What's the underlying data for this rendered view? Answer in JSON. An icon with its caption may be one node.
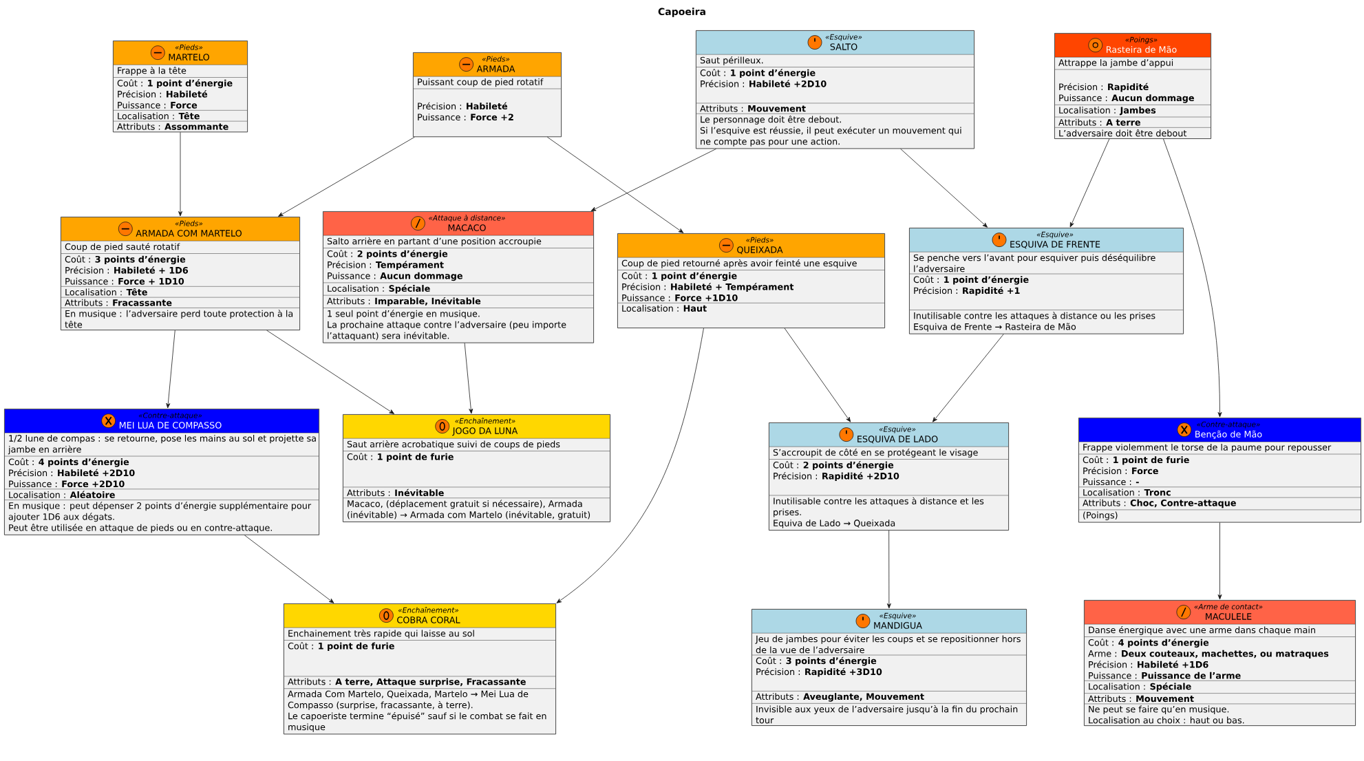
{
  "diagram": {
    "title": "Capoeira",
    "nodes": [
      {
        "text": [
          "«Pieds»",
          "MARTELO",
          "Frappe à la tête",
          "Coût : **1 point d’énergie**",
          "Précision : **Habileté**",
          "Puissance : **Force**",
          "Localisation : **Tête**",
          "Attributs : **Assommante**"
        ]
      },
      {
        "text": [
          "«Pieds»",
          "ARMADA",
          "Puissant coup de pied rotatif",
          "Précision : **Habileté**",
          "Puissance : **Force +2**"
        ]
      },
      {
        "text": [
          "«Esquive»",
          "SALTO",
          "Saut périlleux.",
          "Coût : **1 point d’énergie**",
          "Précision : **Habileté +2D10**",
          "Attributs : **Mouvement**",
          "Le personnage doit être debout.",
          "Si l’esquive est réussie, il peut exécuter un mouvement qui ne compte pas pour une action."
        ]
      },
      {
        "text": [
          "«Poings»",
          "Rasteira de Mão",
          "Attrappe la jambe d’appui",
          "Précision : **Rapidité**",
          "Puissance : **Aucun dommage**",
          "Localisation : **Jambes**",
          "Attributs : **A terre**",
          "L’adversaire doit être debout"
        ]
      },
      {
        "text": [
          "«Pieds»",
          "ARMADA COM MARTELO",
          "Coup de pied sauté rotatif",
          "Coût : **3 points d’énergie**",
          "Précision : **Habileté + 1D6**",
          "Puissance : **Force + 1D10**",
          "Localisation : **Tête**",
          "Attributs : **Fracassante**",
          "En musique : l’adversaire perd toute protection à la tête"
        ]
      },
      {
        "text": [
          "«Attaque à distance»",
          "MACACO",
          "Salto arrière en partant d’une position accroupie",
          "Coût : **2 points d’énergie**",
          "Précision : **Tempérament**",
          "Puissance : **Aucun dommage**",
          "Localisation : **Spéciale**",
          "Attributs : **Imparable, Inévitable**",
          "1 seul point d’énergie en musique.",
          "La prochaine attaque contre l’adversaire (peu importe l’attaquant) sera inévitable."
        ]
      },
      {
        "text": [
          "«Pieds»",
          "QUEIXADA",
          "Coup de pied retourné après avoir feinté une esquive",
          "Coût : **1 point d’énergie**",
          "Précision : **Habileté + Tempérament**",
          "Puissance : **Force +1D10**",
          "Localisation : **Haut**"
        ]
      },
      {
        "text": [
          "«Esquive»",
          "ESQUIVA DE FRENTE",
          "Se penche vers l’avant pour esquiver puis déséquilibre l’adversaire",
          "Coût : **1 point d’énergie**",
          "Précision : **Rapidité +1**",
          "Inutilisable contre les attaques à distance ou les prises Esquiva de Frente → Rasteira de Mão"
        ]
      },
      {
        "text": [
          "«Contre-attaque»",
          "MEI LUA DE COMPASSO",
          "1/2 lune de compas : se retourne, pose les mains au sol et projette sa jambe en arrière",
          "Coût : **4 points d’énergie**",
          "Précision : **Habileté +2D10**",
          "Puissance : **Force +2D10**",
          "Localisation : **Aléatoire**",
          "En musique : peut dépenser 2 points d’énergie supplémentaire pour ajouter 1D6 aux dégats.",
          "Peut être utilisée en attaque de pieds ou en contre-attaque."
        ]
      },
      {
        "text": [
          "«Enchaînement»",
          "JOGO DA LUNA",
          "Saut arrière acrobatique suivi de coups de pieds",
          "Coût : **1 point de furie**",
          "Attributs : **Inévitable**",
          "Macaco, (déplacement gratuit si nécessaire), Armada (inévitable) → Armada com Martelo (inévitable, gratuit)"
        ]
      },
      {
        "text": [
          "«Esquive»",
          "ESQUIVA DE LADO",
          "S’accroupit de côté en se protégeant le visage",
          "Coût : **2 points d’énergie**",
          "Précision : **Rapidité +2D10**",
          "Inutilisable contre les attaques à distance et les prises.",
          "Equiva de Lado → Queixada"
        ]
      },
      {
        "text": [
          "«Contre-attaque»",
          "Benção de Mão",
          "Frappe violemment le torse de la paume pour repousser",
          "Coût : **1 point de furie**",
          "Précision : **Force**",
          "Puissance : **-**",
          "Localisation : **Tronc**",
          "Attributs : **Choc, Contre-attaque**",
          "(Poings)"
        ]
      },
      {
        "text": [
          "«Enchaînement»",
          "COBRA CORAL",
          "Enchainement très rapide qui laisse au sol",
          "Coût : **1 point de furie**",
          "Attributs : **A terre, Attaque surprise, Fracassante**",
          "Armada Com Martelo, Queixada, Martelo → Mei Lua de Compasso (surprise, fracassante, à terre).",
          "Le capoeriste termine “épuisé” sauf si le combat se fait en musique"
        ]
      },
      {
        "text": [
          "«Esquive»",
          "MANDIGUA",
          "Jeu de jambes pour éviter les coups et se repositionner hors de la vue de l’adversaire",
          "Coût : **3 points d’énergie**",
          "Précision : **Rapidité +3D10**",
          "Attributs : **Aveuglante, Mouvement**",
          "Invisible aux yeux de l’adversaire jusqu’à la fin du prochain tour"
        ]
      },
      {
        "text": [
          "«Arme de contact»",
          "MACULELE",
          "Danse énergique avec une arme dans chaque main",
          "Coût : **4 points d’énergie**",
          "Arme : **Deux couteaux, machettes, ou matraques**",
          "Précision : **Habileté +1D6**",
          "Puissance : **Puissance de l’arme**",
          "Localisation : **Spéciale**",
          "Attributs : **Mouvement**",
          "Ne peut se faire qu’en musique.",
          "Localisation au choix : haut ou bas."
        ]
      }
    ],
    "edges": [
      {
        "from": 0,
        "to": 4,
        "arrow": "to"
      },
      {
        "from": 1,
        "to": 4,
        "arrow": "to"
      },
      {
        "from": 1,
        "to": 6,
        "arrow": "to"
      },
      {
        "from": 2,
        "to": 5,
        "arrow": "to"
      },
      {
        "from": 2,
        "to": 7,
        "arrow": "to"
      },
      {
        "from": 3,
        "to": 7,
        "arrow": "to"
      },
      {
        "from": 3,
        "to": 11,
        "arrow": "to"
      },
      {
        "from": 4,
        "to": 8,
        "arrow": "to"
      },
      {
        "from": 4,
        "to": 9,
        "arrow": "to"
      },
      {
        "from": 5,
        "to": 9,
        "arrow": "to"
      },
      {
        "from": 6,
        "to": 12,
        "arrow": "to"
      },
      {
        "from": 6,
        "to": 10,
        "arrow": "to"
      },
      {
        "from": 7,
        "to": 10,
        "arrow": "to"
      },
      {
        "from": 8,
        "to": 12,
        "arrow": "to"
      },
      {
        "from": 10,
        "to": 13,
        "arrow": "to"
      },
      {
        "from": 11,
        "to": 14,
        "arrow": "to"
      }
    ]
  }
}
